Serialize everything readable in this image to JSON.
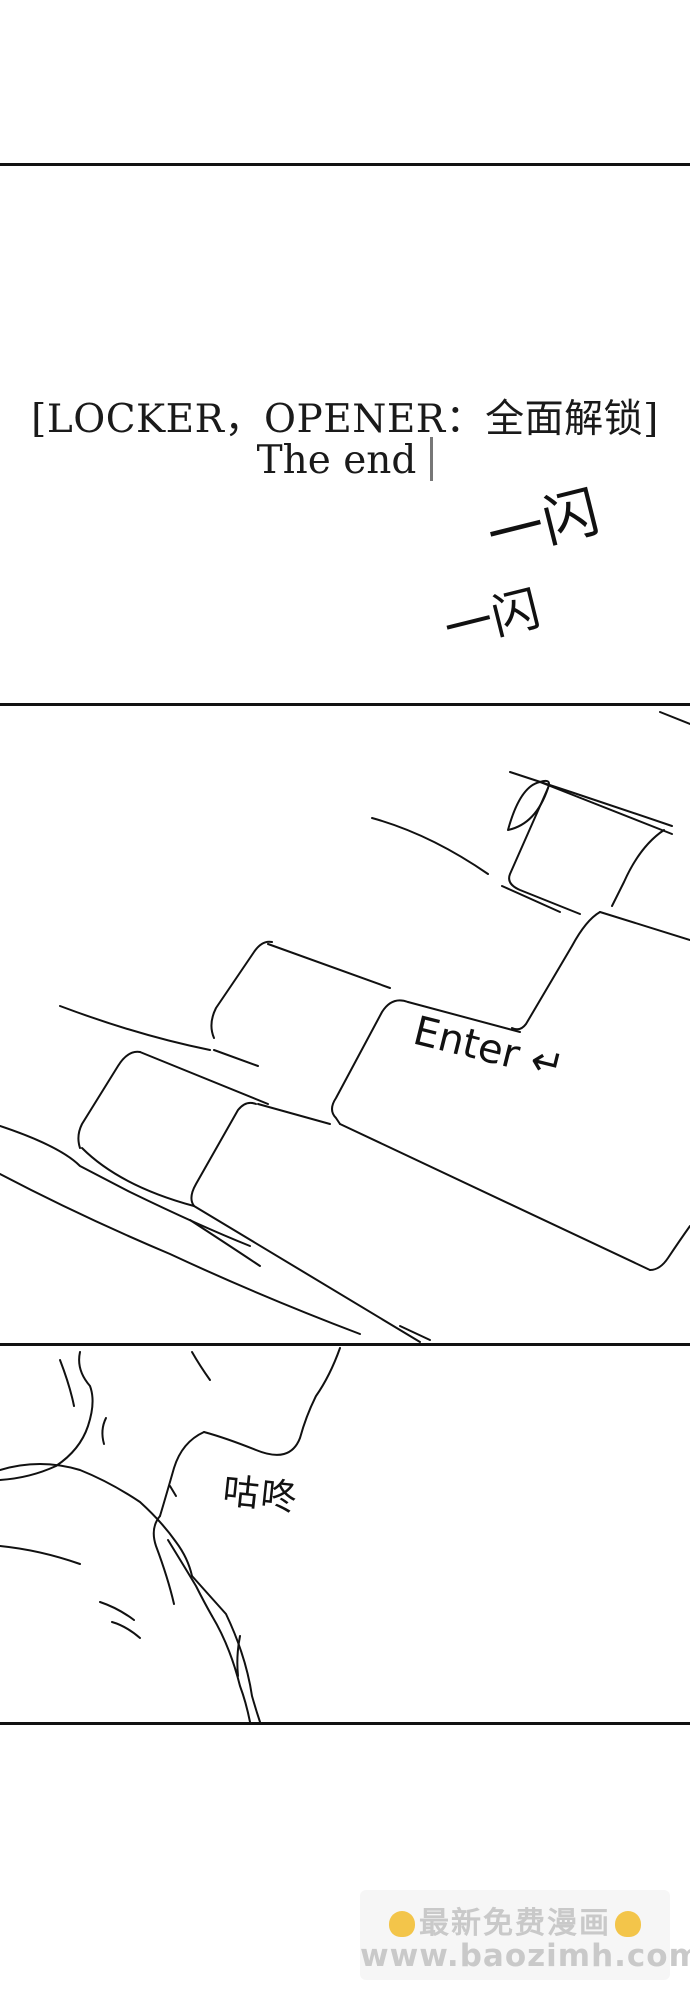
{
  "panel_1": {
    "caption_line1": "[LOCKER，OPENER：全面解锁]",
    "caption_line2": "The end",
    "sfx_large": "一闪",
    "sfx_small": "一闪"
  },
  "panel_2": {
    "key_label": "Enter",
    "key_symbol": "↵"
  },
  "panel_3": {
    "sfx": "咕咚"
  },
  "watermark": {
    "line1": "最新免费漫画",
    "line2": "www.baozimh.com",
    "icon": "pointing-hand-icon"
  }
}
